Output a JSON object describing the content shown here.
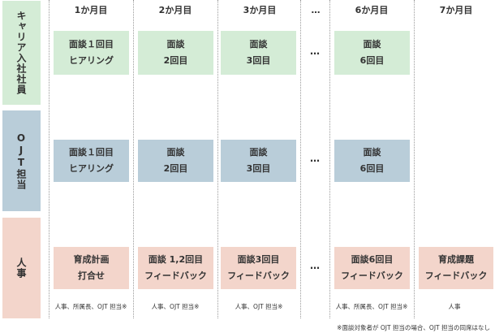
{
  "headers": [
    "1か月目",
    "2か月目",
    "3か月目",
    "…",
    "6か月目",
    "7か月目"
  ],
  "rows": [
    {
      "label": "キャリア入社社員",
      "color": "#d4ecd6",
      "boxes": [
        {
          "line1": "面談１回目",
          "line2": "ヒアリング"
        },
        {
          "line1": "面談",
          "line2": "2回目"
        },
        {
          "line1": "面談",
          "line2": "3回目"
        },
        {
          "line1": "面談",
          "line2": "6回目"
        }
      ]
    },
    {
      "label": "OJT担当",
      "color": "#b9cdd9",
      "boxes": [
        {
          "line1": "面談１回目",
          "line2": "ヒアリング"
        },
        {
          "line1": "面談",
          "line2": "2回目"
        },
        {
          "line1": "面談",
          "line2": "3回目"
        },
        {
          "line1": "面談",
          "line2": "6回目"
        }
      ]
    },
    {
      "label": "人事",
      "color": "#f3d5cb",
      "boxes": [
        {
          "line1": "育成計画",
          "line2": "打合せ"
        },
        {
          "line1": "面談 1,2回目",
          "line2": "フィードバック"
        },
        {
          "line1": "面談3回目",
          "line2": "フィードバック"
        },
        {
          "line1": "面談6回目",
          "line2": "フィードバック"
        },
        {
          "line1": "育成課題",
          "line2": "フィードバック"
        }
      ]
    }
  ],
  "notes": [
    "人事、所属長、OJT 担当※",
    "人事、OJT 担当※",
    "人事、OJT 担当※",
    "人事、所属長、OJT 担当※",
    "人事"
  ],
  "ellipsis": "…",
  "footnote": "※面談対象者が OJT 担当の場合、OJT 担当の同席はなし"
}
